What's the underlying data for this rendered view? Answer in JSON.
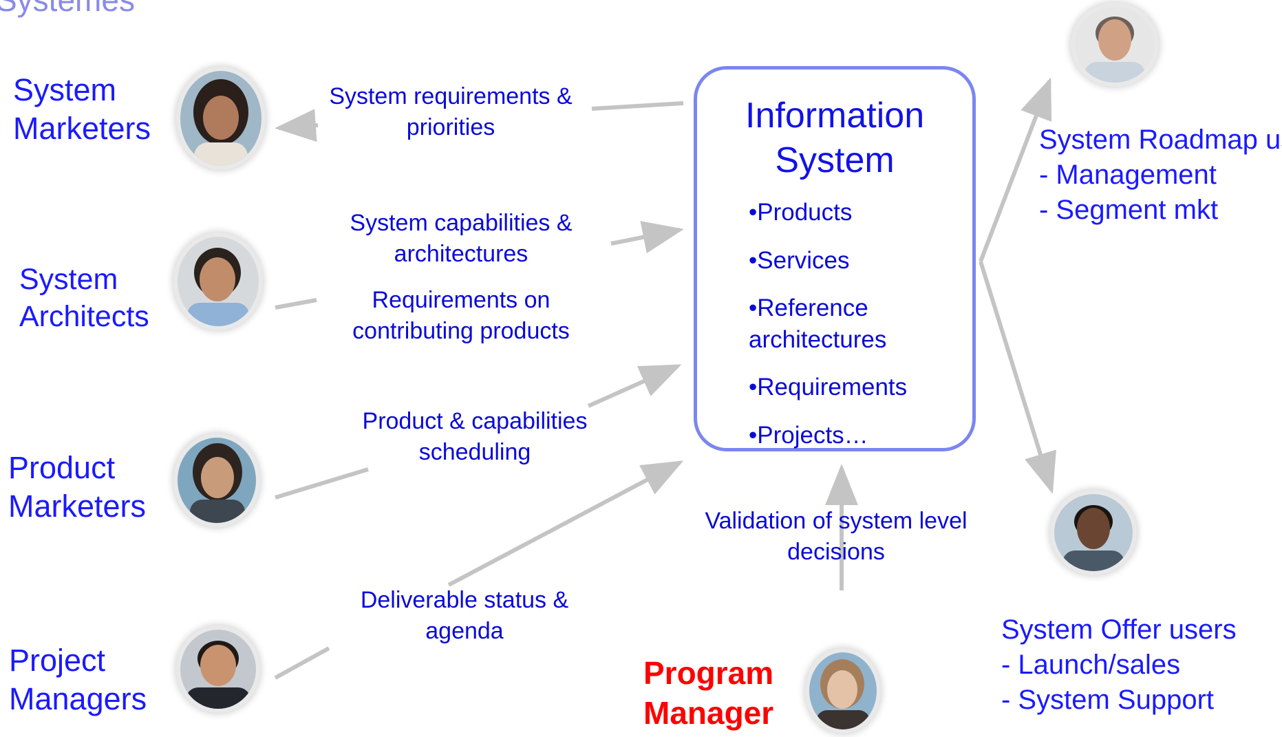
{
  "page_title_fragment": "Systèmes",
  "info_system": {
    "title": "Information System",
    "items": [
      "•Products",
      "•Services",
      "•Reference architectures",
      "•Requirements",
      "•Projects…"
    ]
  },
  "roles": {
    "system_marketers": "System Marketers",
    "system_architects": "System Architects",
    "product_marketers": "Product Marketers",
    "project_managers": "Project Managers",
    "program_manager": "Program Manager"
  },
  "flows": {
    "requirements_priorities": "System requirements & priorities",
    "capabilities_architectures": "System capabilities & architectures",
    "requirements_contributing": "Requirements on contributing products",
    "product_scheduling": "Product & capabilities scheduling",
    "deliverable_status": "Deliverable status & agenda",
    "validation": "Validation of system level decisions"
  },
  "users": {
    "roadmap": "System Roadmap users\n- Management\n- Segment mkt",
    "offer": "System Offer users\n- Launch/sales\n- System Support"
  },
  "colors": {
    "text_blue": "#1a1aff",
    "box_border": "#7b86f0",
    "arrow_gray": "#c8c8c8",
    "program_manager_red": "#ff0000"
  }
}
